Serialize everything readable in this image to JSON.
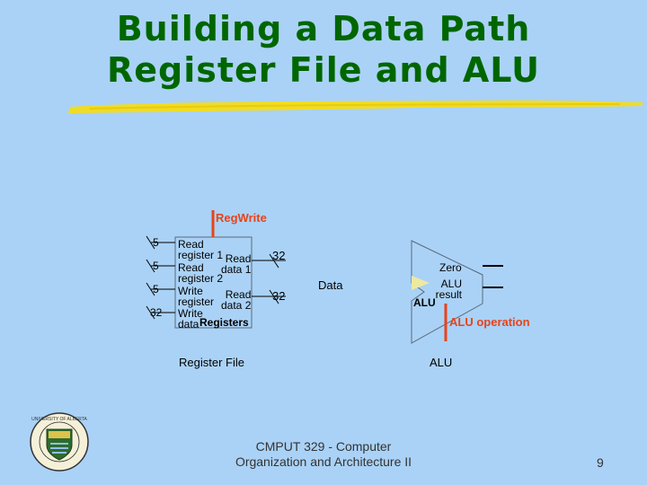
{
  "title": {
    "line1": "Building a Data Path",
    "line2": "Register File and ALU"
  },
  "register_file": {
    "regwrite_label": "RegWrite",
    "input_bus_widths": [
      "5",
      "5",
      "5",
      "32"
    ],
    "read_register_1": "Read\nregister 1",
    "read_data_1": "Read\ndata 1",
    "read_register_2": "Read\nregister 2",
    "write_register": "Write\nregister",
    "read_data_2": "Read\ndata 2",
    "write_data": "Write\ndata",
    "registers": "Registers",
    "output_bus_widths": [
      "32",
      "32"
    ],
    "caption": "Register File"
  },
  "data_label": "Data",
  "alu": {
    "zero": "Zero",
    "alu_result": "ALU\nresult",
    "alu_name": "ALU",
    "operation_label": "ALU operation",
    "caption": "ALU"
  },
  "footer": {
    "course_line1": "CMPUT 329 - Computer",
    "course_line2": "Organization and Architecture II"
  },
  "page_number": "9",
  "logo": {
    "text": "UNIVERSITY OF ALBERTA"
  },
  "colors": {
    "title": "#006600",
    "background": "#aad2f6",
    "control_line": "#e8431a",
    "brush": "#f3dc1a"
  }
}
